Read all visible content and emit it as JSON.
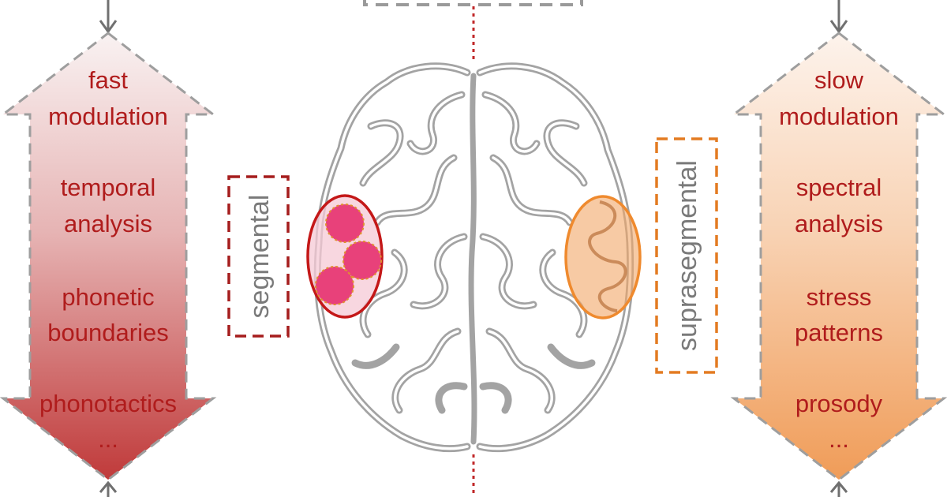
{
  "colors": {
    "left_accent": "#b01c1c",
    "left_arrow_top": "#f7eeee",
    "left_arrow_bottom": "#c24040",
    "right_accent": "#e8822a",
    "right_arrow_top": "#fdf1e8",
    "right_arrow_bottom": "#f0a160",
    "text": "#b01c1c",
    "label_text": "#7a7a7a",
    "brain_line": "#9a9a9a",
    "segmental_box": "#a51d1d",
    "suprasegmental_box": "#e37b22"
  },
  "left_arrow": {
    "lines": [
      "fast",
      "modulation",
      "temporal",
      "analysis",
      "phonetic",
      "boundaries",
      "phonotactics",
      "..."
    ]
  },
  "right_arrow": {
    "lines": [
      "slow",
      "modulation",
      "spectral",
      "analysis",
      "stress",
      "patterns",
      "prosody",
      "..."
    ]
  },
  "labels": {
    "segmental": "segmental",
    "suprasegmental": "suprasegmental"
  },
  "icons": {
    "brain": "brain-top-view-icon",
    "left_region": "left-hemisphere-region-marker",
    "right_region": "right-hemisphere-region-marker"
  }
}
